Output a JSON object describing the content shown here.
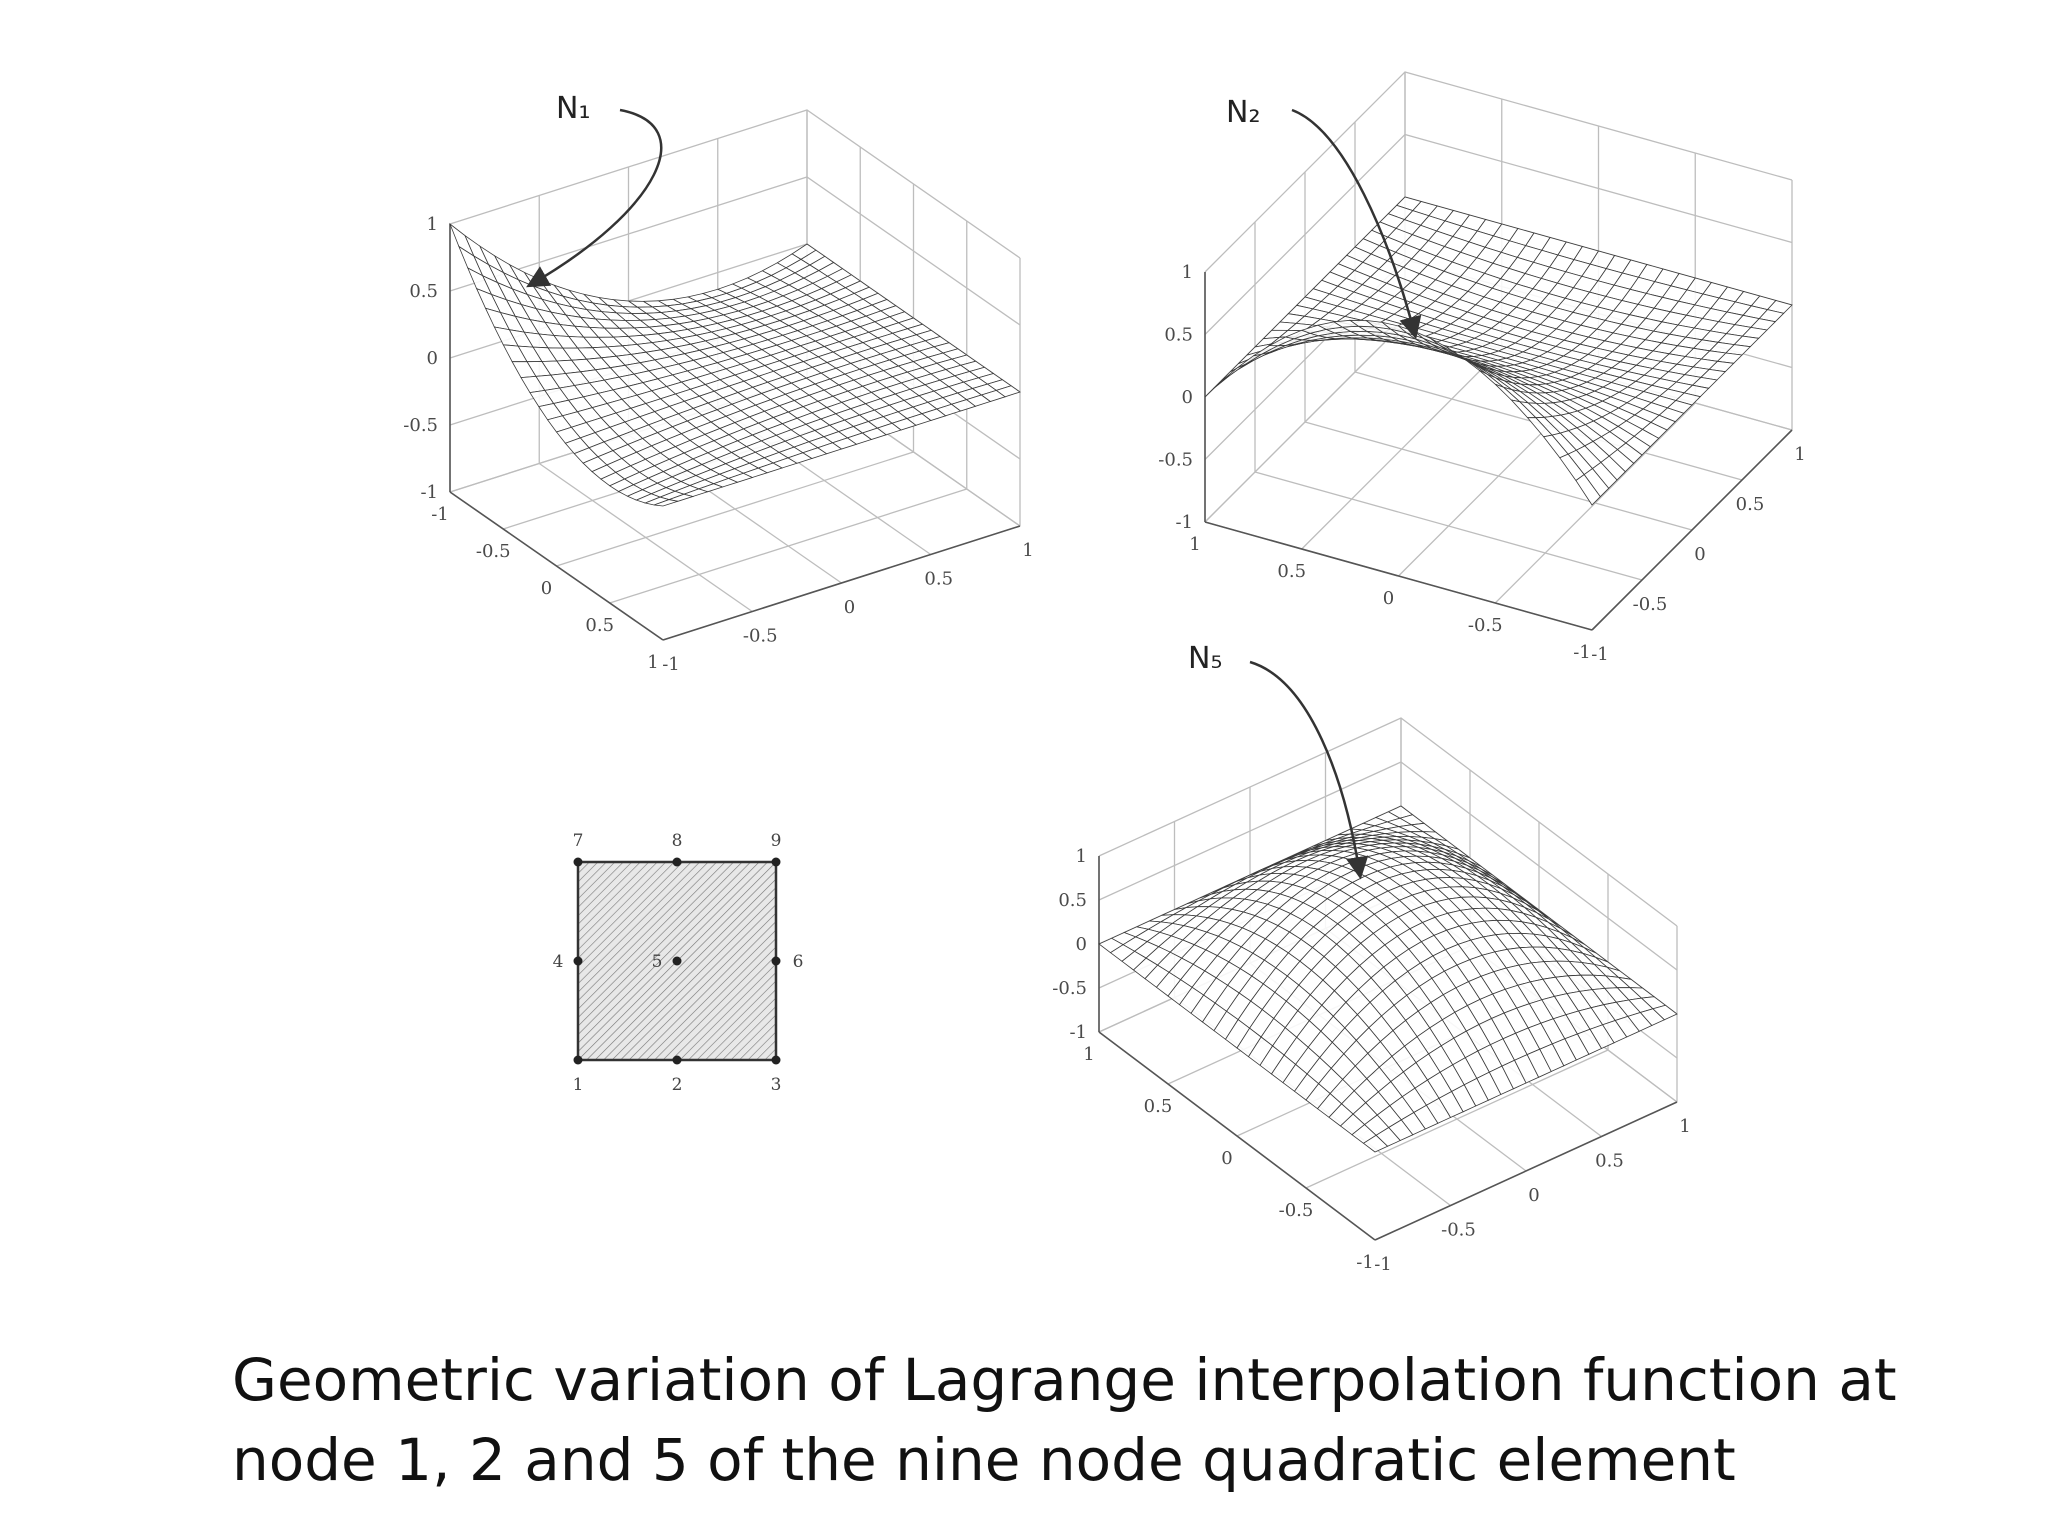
{
  "plots": [
    {
      "id": "n1",
      "label": "N₁",
      "z_ticks": [
        "1",
        "0.5",
        "0",
        "-0.5",
        "-1"
      ],
      "left_axis_ticks": [
        "-1",
        "-0.5",
        "0",
        "0.5",
        "1"
      ],
      "right_axis_ticks": [
        "-1",
        "-0.5",
        "0",
        "0.5",
        "1"
      ]
    },
    {
      "id": "n2",
      "label": "N₂",
      "z_ticks": [
        "1",
        "0.5",
        "0",
        "-0.5",
        "-1"
      ],
      "left_axis_ticks": [
        "1",
        "0.5",
        "0",
        "-0.5",
        "-1"
      ],
      "right_axis_ticks": [
        "-1",
        "-0.5",
        "0",
        "0.5",
        "1"
      ]
    },
    {
      "id": "n5",
      "label": "N₅",
      "z_ticks": [
        "1",
        "0.5",
        "0",
        "-0.5",
        "-1"
      ],
      "left_axis_ticks": [
        "1",
        "0.5",
        "0",
        "-0.5",
        "-1"
      ],
      "right_axis_ticks": [
        "-1",
        "-0.5",
        "0",
        "0.5",
        "1"
      ]
    }
  ],
  "element": {
    "node_labels": [
      "1",
      "2",
      "3",
      "4",
      "5",
      "6",
      "7",
      "8",
      "9"
    ]
  },
  "caption": {
    "line1": "Geometric variation of Lagrange interpolation function at",
    "line2": "node 1, 2 and 5 of the nine node quadratic element"
  }
}
